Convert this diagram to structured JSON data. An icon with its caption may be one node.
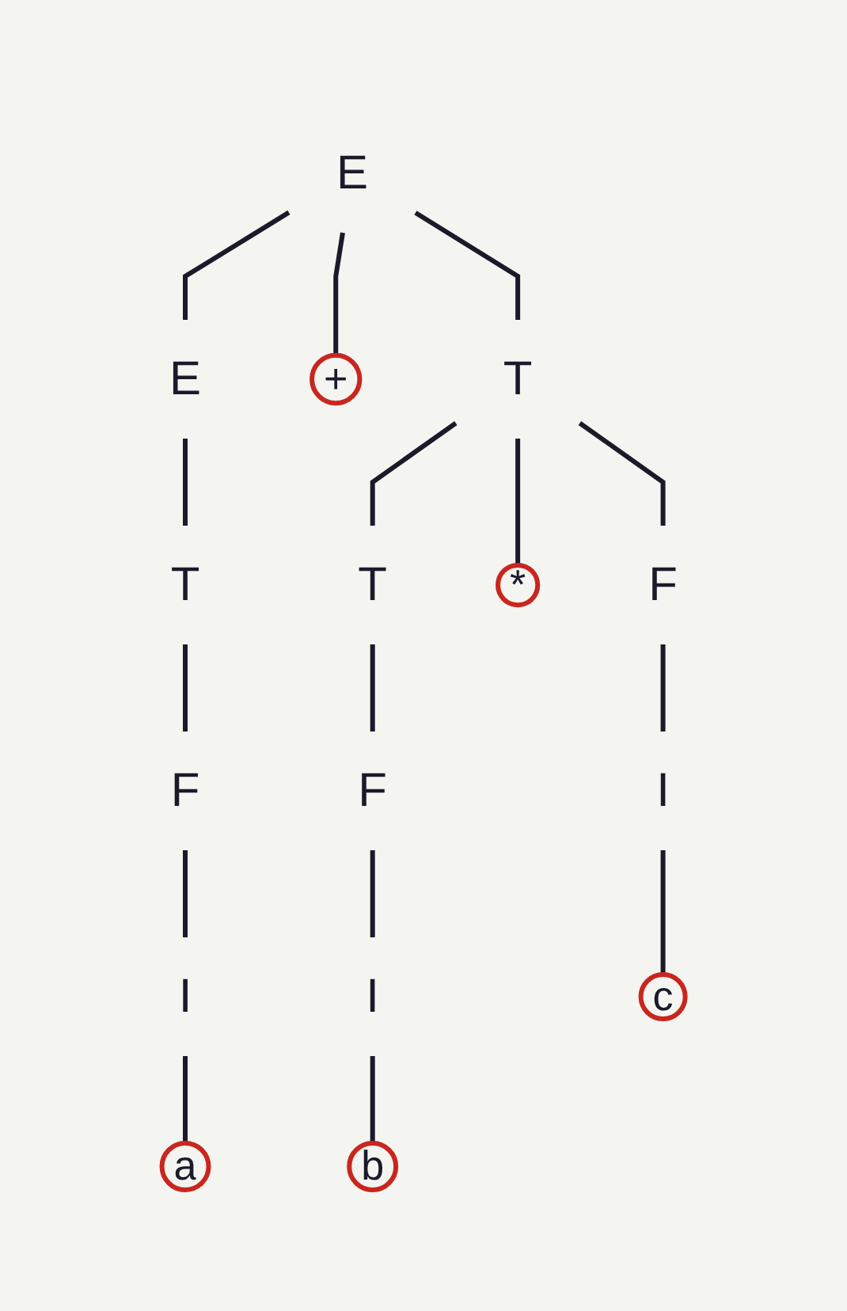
{
  "diagram": {
    "nodes": [
      {
        "text": [
          "E"
        ]
      },
      {
        "text": [
          "E"
        ]
      },
      {
        "text": [
          "+"
        ]
      },
      {
        "text": [
          "T"
        ]
      },
      {
        "text": [
          "T"
        ]
      },
      {
        "text": [
          "T"
        ]
      },
      {
        "text": [
          "*"
        ]
      },
      {
        "text": [
          "F"
        ]
      },
      {
        "text": [
          "F"
        ]
      },
      {
        "text": [
          "F"
        ]
      },
      {
        "text": [
          "I"
        ]
      },
      {
        "text": [
          "I"
        ]
      },
      {
        "text": [
          "I"
        ]
      },
      {
        "text": [
          "c"
        ]
      },
      {
        "text": [
          "a"
        ]
      },
      {
        "text": [
          "b"
        ]
      }
    ],
    "edges": [
      {
        "from": 0,
        "to": 1,
        "arrow": "none"
      },
      {
        "from": 0,
        "to": 2,
        "arrow": "none"
      },
      {
        "from": 0,
        "to": 3,
        "arrow": "none"
      },
      {
        "from": 1,
        "to": 4,
        "arrow": "none"
      },
      {
        "from": 3,
        "to": 5,
        "arrow": "none"
      },
      {
        "from": 3,
        "to": 6,
        "arrow": "none"
      },
      {
        "from": 3,
        "to": 7,
        "arrow": "none"
      },
      {
        "from": 4,
        "to": 8,
        "arrow": "none"
      },
      {
        "from": 5,
        "to": 9,
        "arrow": "none"
      },
      {
        "from": 7,
        "to": 10,
        "arrow": "none"
      },
      {
        "from": 8,
        "to": 11,
        "arrow": "none"
      },
      {
        "from": 9,
        "to": 12,
        "arrow": "none"
      },
      {
        "from": 10,
        "to": 13,
        "arrow": "none"
      },
      {
        "from": 11,
        "to": 14,
        "arrow": "none"
      },
      {
        "from": 12,
        "to": 15,
        "arrow": "none"
      }
    ]
  }
}
